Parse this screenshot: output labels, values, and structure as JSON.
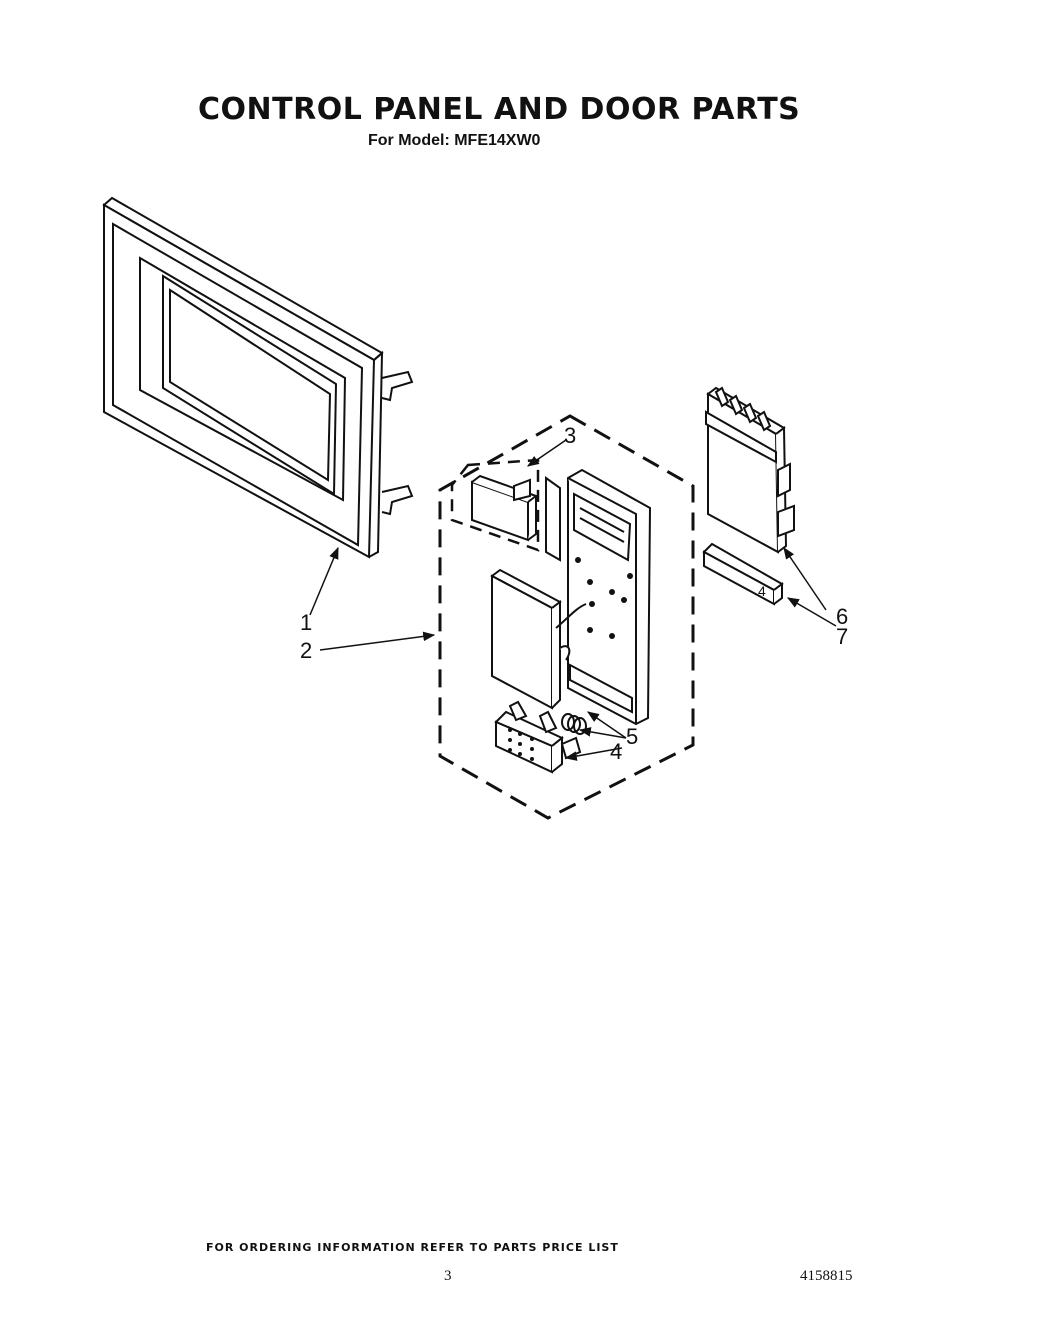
{
  "header": {
    "title": "CONTROL PANEL AND DOOR PARTS",
    "subtitle": "For Model: MFE14XW0"
  },
  "callouts": {
    "c1": "1",
    "c2": "2",
    "c3": "3",
    "c4": "4",
    "c5": "5",
    "c6": "6",
    "c7": "7",
    "part_tag": "4"
  },
  "footer": {
    "ordering_note": "FOR ORDERING INFORMATION REFER TO PARTS PRICE LIST",
    "page_number": "3",
    "document_number": "4158815"
  }
}
